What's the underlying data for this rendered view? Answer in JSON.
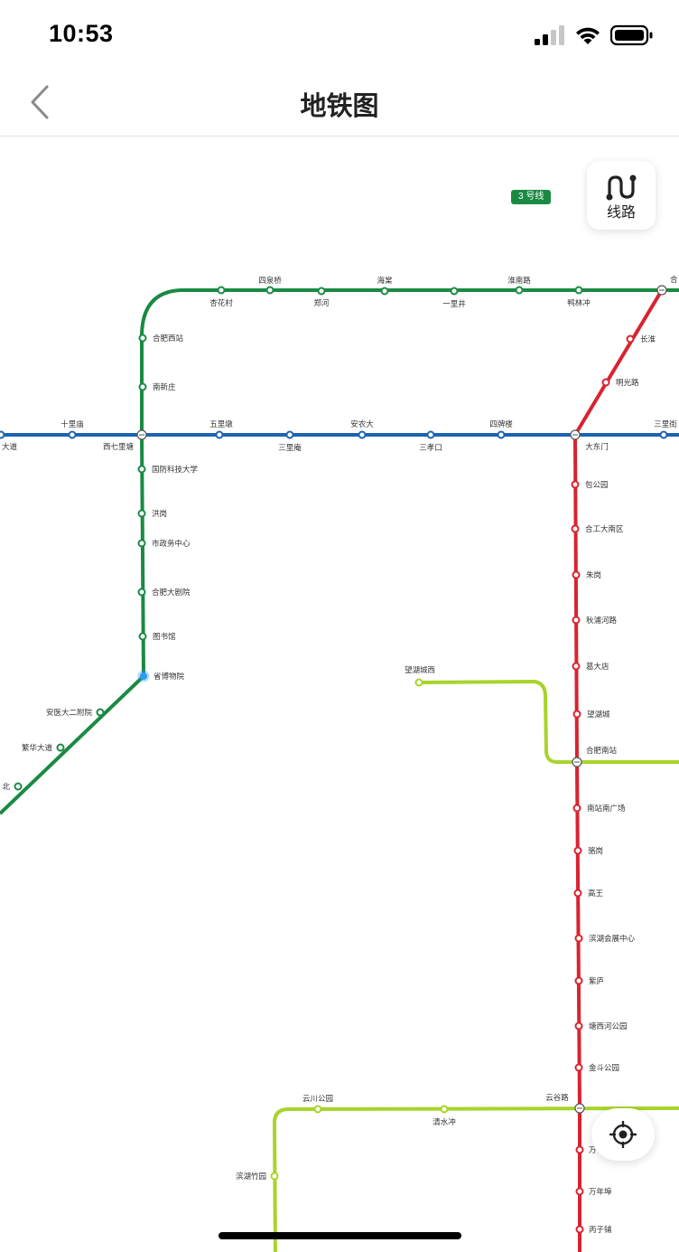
{
  "status_bar": {
    "time": "10:53",
    "icons": [
      "cellular-signal-icon",
      "wifi-icon",
      "battery-icon"
    ]
  },
  "nav": {
    "title": "地铁图",
    "back_icon": "chevron-left-icon"
  },
  "map": {
    "line_badge": "3 号线",
    "route_button": {
      "icon": "route-icon",
      "label": "线路"
    },
    "locate_button": {
      "icon": "locate-icon"
    },
    "line_colors": {
      "line_1": "#d9232f",
      "line_2": "#1c63b3",
      "line_3": "#1a8a43",
      "line_4": "#a8d42a",
      "highlight": "#2b9bf4"
    },
    "lines": [
      {
        "id": "green",
        "color": "#1a8a43",
        "stations": [
          "杏花村",
          "四泉桥",
          "郑河",
          "海棠",
          "一里井",
          "淮南路",
          "鸭林冲",
          "合",
          "合肥西站",
          "南新庄",
          "西七里塘",
          "国防科技大学",
          "洪岗",
          "市政务中心",
          "合肥大剧院",
          "图书馆",
          "省博物院",
          "安医大二附院",
          "繁华大道",
          "北"
        ]
      },
      {
        "id": "blue",
        "color": "#1c63b3",
        "stations": [
          "大道",
          "十里庙",
          "西七里塘",
          "五里墩",
          "三里庵",
          "安农大",
          "三孝口",
          "四牌楼",
          "大东门",
          "三里街"
        ]
      },
      {
        "id": "red",
        "color": "#d9232f",
        "stations": [
          "长淮",
          "明光路",
          "大东门",
          "包公园",
          "合工大南区",
          "朱岗",
          "秋浦河路",
          "葛大店",
          "望湖城",
          "合肥南站",
          "南站南广场",
          "骆岗",
          "高王",
          "滨湖会展中心",
          "紫庐",
          "塘西河公园",
          "金斗公园",
          "云谷路",
          "万",
          "万年埠",
          "丙子铺"
        ]
      },
      {
        "id": "lime",
        "color": "#a8d42a",
        "stations": [
          "望湖城西",
          "合肥南站",
          "云川公园",
          "清水冲",
          "云谷路",
          "滨湖竹园"
        ]
      }
    ],
    "highlighted_station": "省博物院"
  }
}
